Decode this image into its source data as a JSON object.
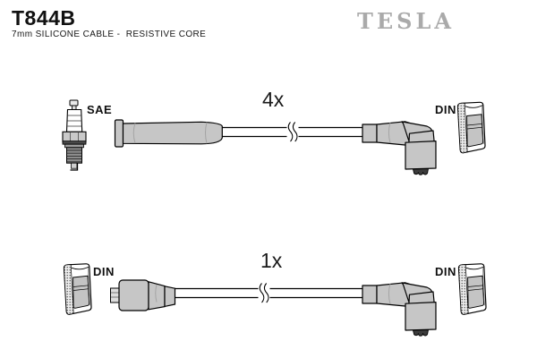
{
  "header": {
    "part_number": "T844B",
    "subtitle": "7mm SILICONE CABLE -  RESISTIVE CORE",
    "brand": "TESLA"
  },
  "diagram": {
    "row1": {
      "quantity": "4x",
      "left_end_label": "SAE",
      "right_end_label": "DIN",
      "left_icon": "spark-plug-icon",
      "right_icon": "din-socket-icon"
    },
    "row2": {
      "quantity": "1x",
      "left_end_label": "DIN",
      "right_end_label": "DIN",
      "left_icon": "din-socket-icon",
      "right_icon": "din-socket-icon"
    }
  },
  "colors": {
    "brand_gray": "#aaaaaa",
    "boot_gray": "#c6c6c6",
    "outline": "#000000",
    "background": "#ffffff"
  }
}
